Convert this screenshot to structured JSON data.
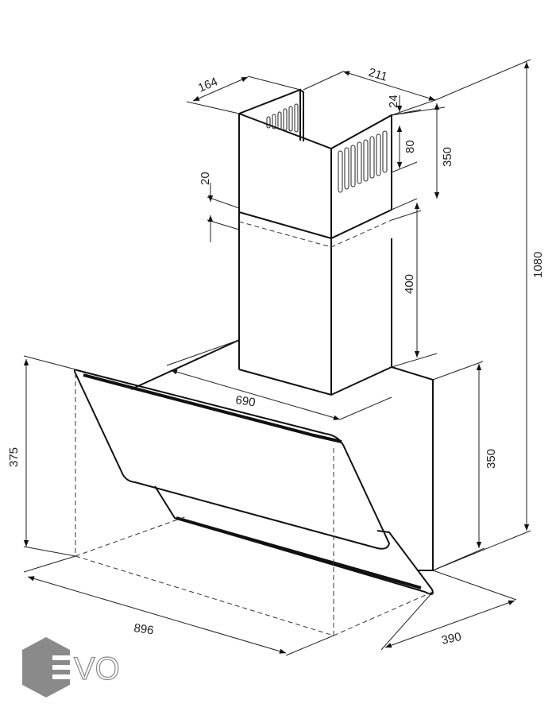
{
  "dimensions": {
    "chimney_depth": "164",
    "chimney_width": "211",
    "vent_top_offset": "24",
    "vent_height": "80",
    "upper_chimney_height": "350",
    "overlap": "20",
    "lower_chimney_height": "400",
    "total_height": "1080",
    "hood_height": "375",
    "body_height": "350",
    "body_width": "690",
    "hood_width": "896",
    "hood_depth": "390"
  },
  "logo": {
    "text": "EVO",
    "color": "#8a8a8a"
  }
}
